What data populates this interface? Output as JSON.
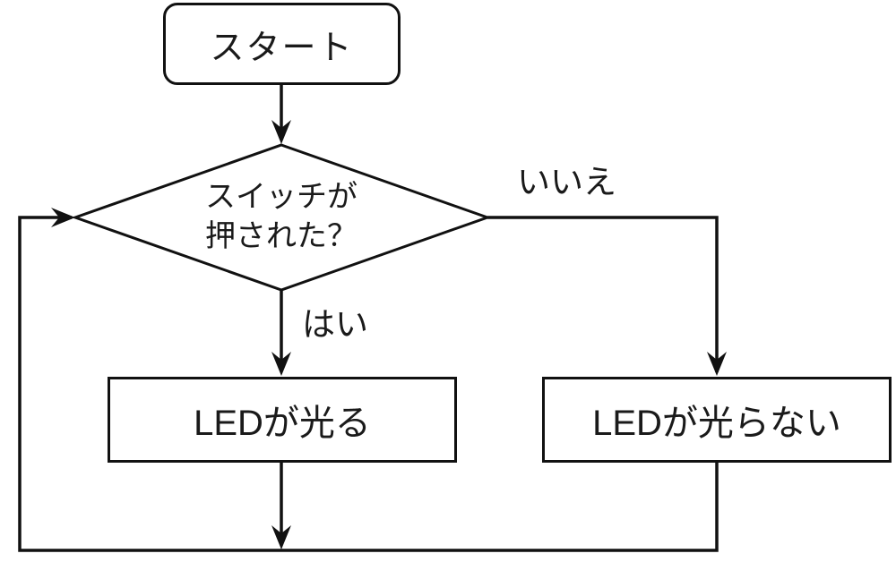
{
  "nodes": {
    "start": {
      "type": "terminator",
      "label": "スタート"
    },
    "decision": {
      "type": "decision",
      "label_line1": "スイッチが",
      "label_line2": "押された？"
    },
    "led_on": {
      "type": "process",
      "label": "LEDが光る"
    },
    "led_off": {
      "type": "process",
      "label": "LEDが光らない"
    }
  },
  "edge_labels": {
    "yes": "はい",
    "no": "いいえ"
  },
  "colors": {
    "line": "#111111",
    "text": "#1a1a1a",
    "background": "#ffffff"
  }
}
